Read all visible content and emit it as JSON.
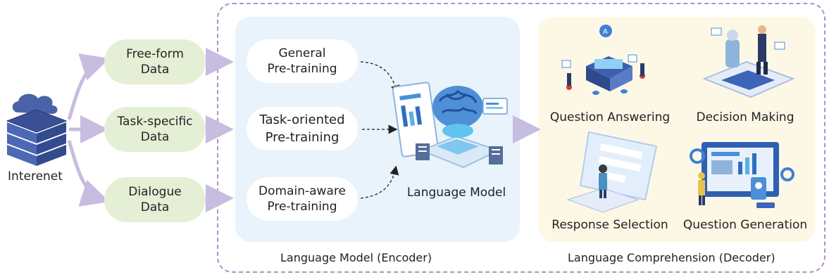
{
  "source": {
    "label": "Interenet"
  },
  "data_sources": [
    {
      "line1": "Free-form",
      "line2": "Data"
    },
    {
      "line1": "Task-specific",
      "line2": "Data"
    },
    {
      "line1": "Dialogue",
      "line2": "Data"
    }
  ],
  "pretraining": [
    {
      "line1": "General",
      "line2": "Pre-training"
    },
    {
      "line1": "Task-oriented",
      "line2": "Pre-training"
    },
    {
      "line1": "Domain-aware",
      "line2": "Pre-training"
    }
  ],
  "model": {
    "label": "Language Model"
  },
  "tasks": [
    {
      "label": "Question Answering"
    },
    {
      "label": "Decision Making"
    },
    {
      "label": "Response Selection"
    },
    {
      "label": "Question Generation"
    }
  ],
  "captions": {
    "encoder": "Language Model (Encoder)",
    "decoder": "Language Comprehension (Decoder)"
  },
  "colors": {
    "arrow": "#c7bde0",
    "dashed_border": "#b48fc6",
    "data_pill": "#e5efd6",
    "encoder_bg": "#e9f3fb",
    "decoder_bg": "#fdf8e6"
  }
}
